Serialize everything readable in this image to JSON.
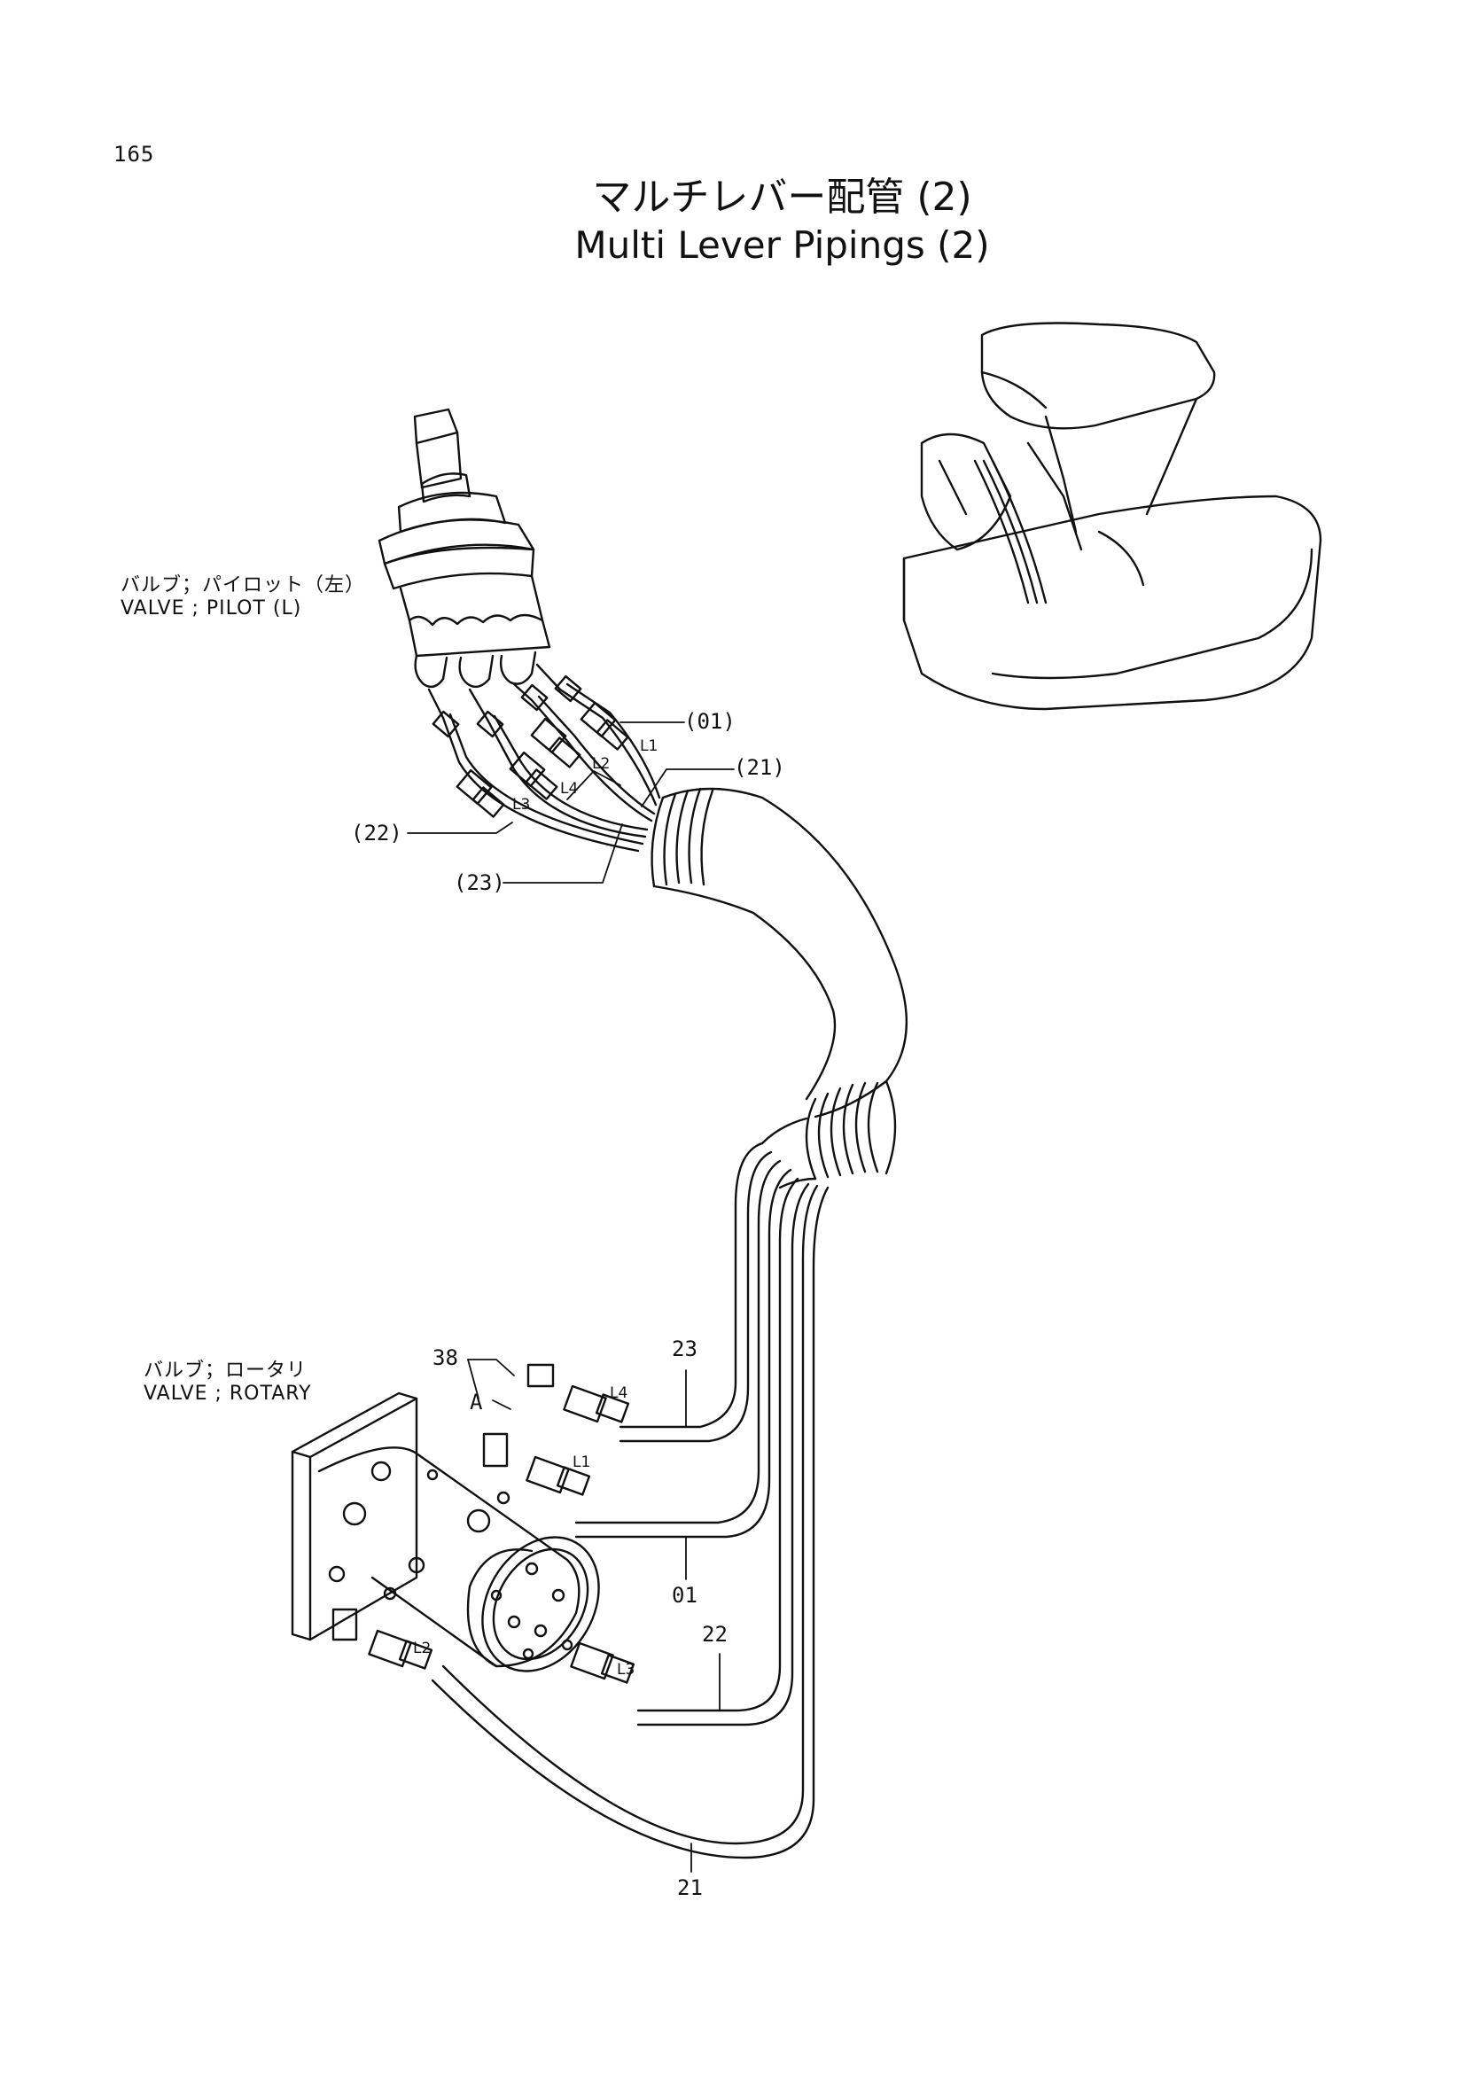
{
  "page_number": "165",
  "title_jp": "マルチレバー配管 (2)",
  "title_en": "Multi Lever Pipings (2)",
  "labels": {
    "pilot_valve_jp": "バルブ；パイロット（左）",
    "pilot_valve_en": "VALVE ; PILOT (L)",
    "rotary_valve_jp": "バルブ；ロータリ",
    "rotary_valve_en": "VALVE ; ROTARY"
  },
  "callouts_upper": [
    "(01)",
    "(21)",
    "(22)",
    "(23)"
  ],
  "port_labels_upper": [
    "L1",
    "L2",
    "L3",
    "L4"
  ],
  "callouts_lower": [
    "38",
    "A",
    "23",
    "01",
    "22",
    "21"
  ],
  "port_labels_lower": [
    "L4",
    "L1",
    "L3",
    "L2"
  ],
  "colors": {
    "ink": "#111111",
    "paper": "#ffffff"
  }
}
